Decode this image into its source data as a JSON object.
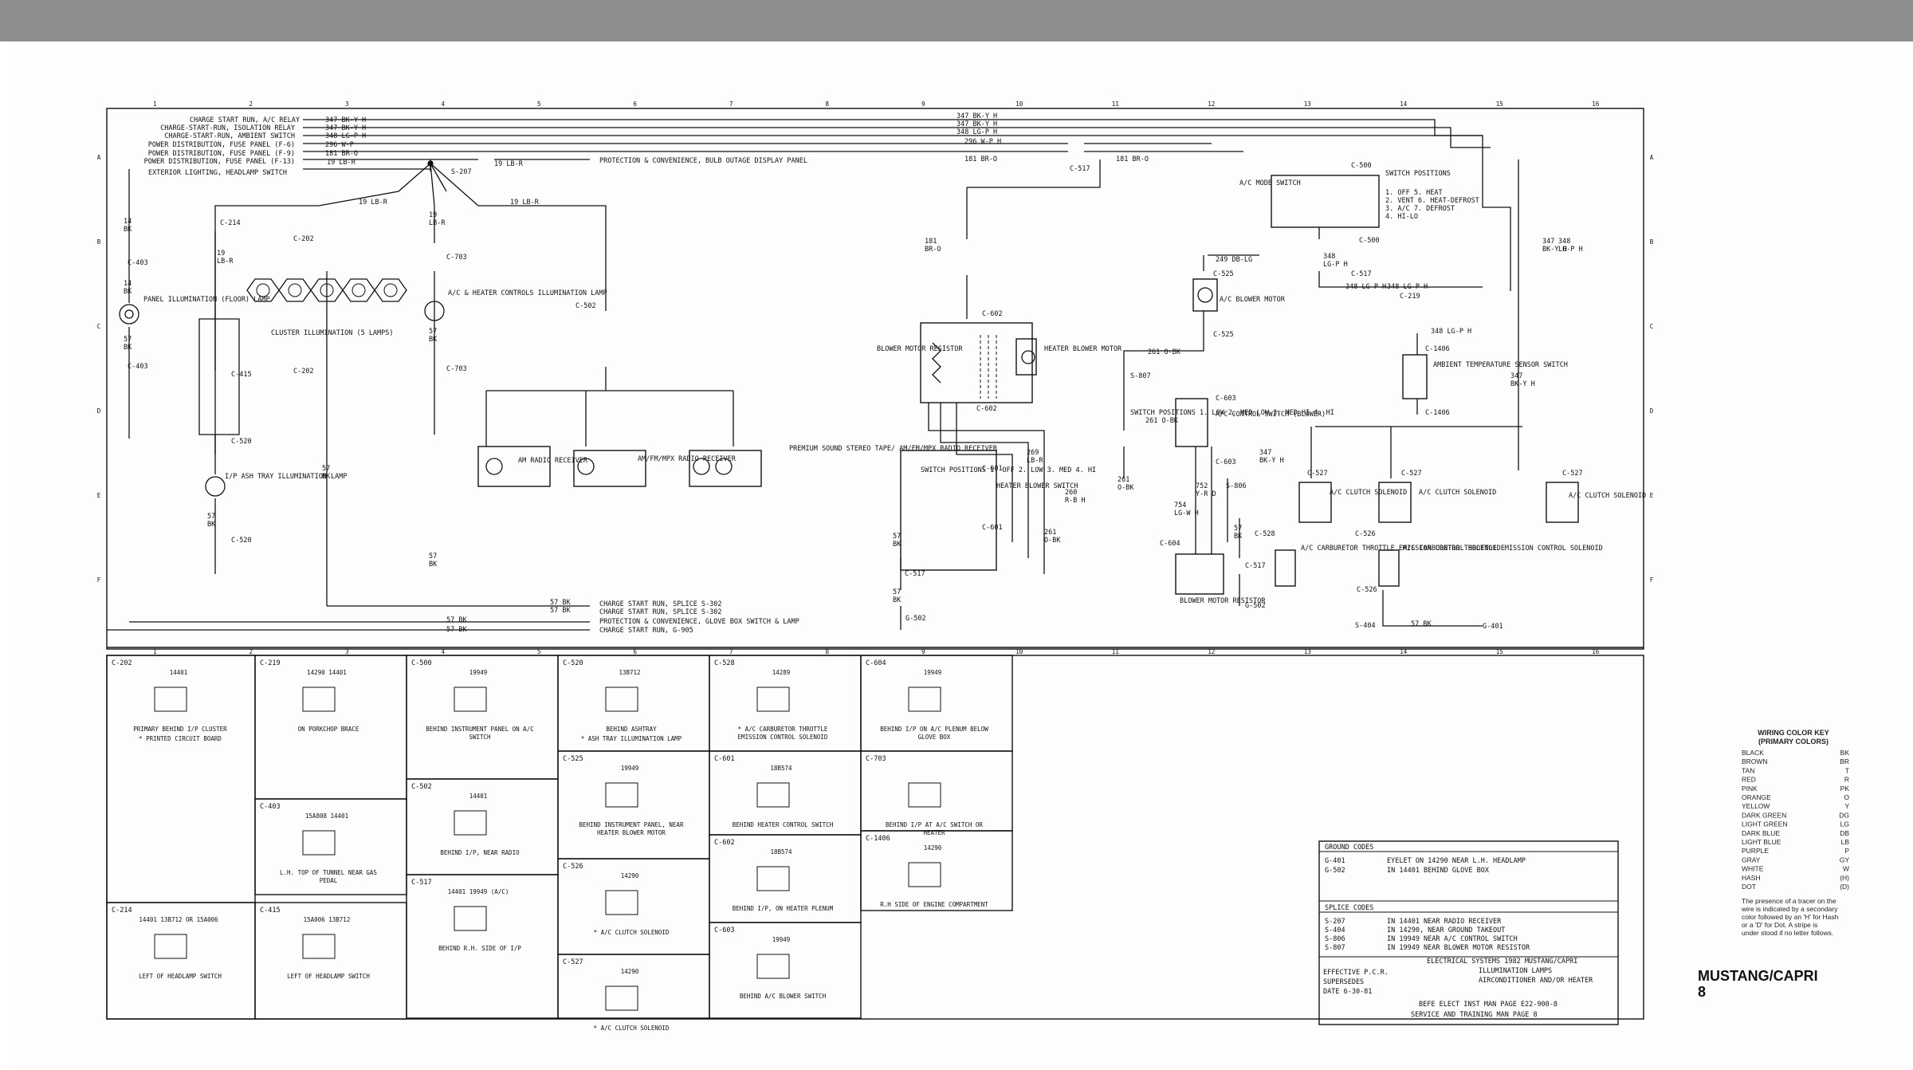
{
  "grid": {
    "columns": [
      "1",
      "2",
      "3",
      "4",
      "5",
      "6",
      "7",
      "8",
      "9",
      "10",
      "11",
      "12",
      "13",
      "14",
      "15",
      "16"
    ],
    "rows": [
      "A",
      "B",
      "C",
      "D",
      "E",
      "F"
    ]
  },
  "feeds": [
    "CHARGE START RUN, A/C RELAY",
    "CHARGE-START-RUN, ISOLATION RELAY",
    "CHARGE-START-RUN, AMBIENT SWITCH",
    "POWER DISTRIBUTION, FUSE PANEL (F-6)",
    "POWER DISTRIBUTION, FUSE PANEL (F-9)",
    "POWER DISTRIBUTION, FUSE PANEL (F-13)",
    "EXTERIOR LIGHTING, HEADLAMP SWITCH"
  ],
  "feed_wires": [
    "347 BK-Y H",
    "347 BK-Y H",
    "348 LG-P H",
    "296 W-P",
    "181 BR-O",
    "19 LB-R",
    "19 LB-R"
  ],
  "right_wires": [
    "347 BK-Y H",
    "347 BK-Y H",
    "348 LG-P H",
    "296 W-P H"
  ],
  "returns": [
    "CHARGE START RUN, SPLICE S-302",
    "CHARGE START RUN, SPLICE S-302",
    "PROTECTION & CONVENIENCE, GLOVE BOX SWITCH & LAMP",
    "CHARGE START RUN, G-905"
  ],
  "return_wires": [
    "57 BK",
    "57 BK",
    "57 BK",
    "57 BK"
  ],
  "labels": {
    "bulb_outage": "PROTECTION & CONVENIENCE, BULB OUTAGE DISPLAY PANEL",
    "panel_illum": "PANEL ILLUMINATION (FLOOR) LAMP",
    "cluster_illum": "CLUSTER ILLUMINATION (5 LAMPS)",
    "ac_heater_illum": "A/C & HEATER CONTROLS ILLUMINATION LAMP",
    "ash_tray": "I/P ASH TRAY ILLUMINATION LAMP",
    "am_radio": "AM RADIO RECEIVER",
    "amfm_radio": "AM/FM/MPX RADIO RECEIVER",
    "premium": "PREMIUM SOUND STEREO TAPE/ AM/FM/MPX RADIO RECEIVER",
    "blower_resistor": "BLOWER MOTOR RESISTOR",
    "heater_motor": "HEATER BLOWER MOTOR",
    "heater_switch": "HEATER BLOWER SWITCH",
    "heater_positions": "SWITCH POSITIONS 1. OFF 2. LOW 3. MED 4. HI",
    "ac_mode": "A/C MODE SWITCH",
    "ac_positions": [
      "SWITCH POSITIONS",
      "1. OFF  5. HEAT",
      "2. VENT 6. HEAT-DEFROST",
      "3. A/C  7. DEFROST",
      "4. HI-LO"
    ],
    "ac_blower": "A/C BLOWER MOTOR",
    "ambient": "AMBIENT TEMPERATURE SENSOR SWITCH",
    "ac_control": "A/C CONTROL SWITCH (BLOWER)",
    "ac_ctrl_positions": "SWITCH POSITIONS 1. LOW 2. MED LOW 3. MED HI 4. HI",
    "blower_motor_resistor": "BLOWER MOTOR RESISTOR",
    "clutch1": "A/C CLUTCH SOLENOID",
    "clutch2": "A/C CLUTCH SOLENOID",
    "clutch3": "A/C CLUTCH SOLENOID",
    "carb1": "A/C CARBURETOR THROTTLE EMISSION CONTROL SOLENOID",
    "carb2": "A/C CARBURETOR THROTTLE EMISSION CONTROL SOLENOID"
  },
  "connectors": [
    {
      "id": "C-202",
      "part": "14401",
      "loc": "PRIMARY BEHIND I/P CLUSTER",
      "note": "* PRINTED CIRCUIT BOARD"
    },
    {
      "id": "C-219",
      "part": "14290  14401",
      "loc": "ON PORKCHOP BRACE"
    },
    {
      "id": "C-500",
      "part": "19949",
      "loc": "BEHIND INSTRUMENT PANEL ON A/C SWITCH"
    },
    {
      "id": "C-520",
      "part": "13B712",
      "loc": "BEHIND ASHTRAY",
      "note": "* ASH TRAY ILLUMINATION LAMP"
    },
    {
      "id": "C-528",
      "part": "14289",
      "loc": "* A/C CARBURETOR THROTTLE EMISSION CONTROL SOLENOID"
    },
    {
      "id": "C-604",
      "part": "19949",
      "loc": "BEHIND I/P ON A/C PLENUM BELOW GLOVE BOX"
    },
    {
      "id": "C-403",
      "part": "15A808  14401",
      "loc": "L.H. TOP OF TUNNEL NEAR GAS PEDAL"
    },
    {
      "id": "C-502",
      "part": "14401",
      "loc": "BEHIND I/P, NEAR RADIO"
    },
    {
      "id": "C-525",
      "part": "19949",
      "loc": "BEHIND INSTRUMENT PANEL, NEAR HEATER BLOWER MOTOR"
    },
    {
      "id": "C-601",
      "part": "18B574",
      "loc": "BEHIND HEATER CONTROL SWITCH"
    },
    {
      "id": "C-703",
      "part": "",
      "loc": "BEHIND I/P AT A/C SWITCH OR HEATER"
    },
    {
      "id": "C-1406",
      "part": "14290",
      "loc": "R.H SIDE OF ENGINE COMPARTMENT"
    },
    {
      "id": "C-214",
      "part": "14401  13B712 OR 15A006",
      "loc": "LEFT OF HEADLAMP SWITCH"
    },
    {
      "id": "C-415",
      "part": "15A006  13B712",
      "loc": "LEFT OF HEADLAMP SWITCH"
    },
    {
      "id": "C-517",
      "part": "14401  19949 (A/C)",
      "loc": "BEHIND R.H. SIDE OF I/P"
    },
    {
      "id": "C-526",
      "part": "14290",
      "loc": "* A/C CLUTCH SOLENOID"
    },
    {
      "id": "C-527",
      "part": "14290",
      "loc": "* A/C CLUTCH SOLENOID"
    },
    {
      "id": "C-602",
      "part": "18B574",
      "loc": "BEHIND I/P, ON HEATER PLENUM"
    },
    {
      "id": "C-603",
      "part": "19949",
      "loc": "BEHIND A/C BLOWER SWITCH"
    }
  ],
  "codes": {
    "ground_title": "GROUND CODES",
    "grounds": [
      [
        "G-401",
        "EYELET ON 14290 NEAR L.H. HEADLAMP"
      ],
      [
        "G-502",
        "IN 14401 BEHIND GLOVE BOX"
      ]
    ],
    "splice_title": "SPLICE CODES",
    "splices": [
      [
        "S-207",
        "IN 14401 NEAR RADIO RECEIVER"
      ],
      [
        "S-404",
        "IN 14290, NEAR GROUND TAKEOUT"
      ],
      [
        "S-806",
        "IN 19949 NEAR A/C CONTROL SWITCH"
      ],
      [
        "S-807",
        "IN 19949 NEAR BLOWER MOTOR RESISTOR"
      ]
    ],
    "title_line": "ELECTRICAL SYSTEMS 1982 MUSTANG/CAPRI",
    "effective": "EFFECTIVE P.C.R.",
    "supersedes": "SUPERSEDES",
    "date": "DATE 6-30-81",
    "subjects": [
      "ILLUMINATION LAMPS",
      "AIRCONDITIONER AND/OR HEATER"
    ],
    "ref1": "BEFE ELECT INST MAN PAGE E22-900-8",
    "ref2": "SERVICE AND TRAINING MAN PAGE 8"
  },
  "color_key": {
    "title": "WIRING COLOR KEY",
    "subtitle": "(PRIMARY COLORS)",
    "items": [
      [
        "BLACK",
        "BK"
      ],
      [
        "BROWN",
        "BR"
      ],
      [
        "TAN",
        "T"
      ],
      [
        "RED",
        "R"
      ],
      [
        "PINK",
        "PK"
      ],
      [
        "ORANGE",
        "O"
      ],
      [
        "YELLOW",
        "Y"
      ],
      [
        "DARK GREEN",
        "DG"
      ],
      [
        "LIGHT GREEN",
        "LG"
      ],
      [
        "DARK BLUE",
        "DB"
      ],
      [
        "LIGHT BLUE",
        "LB"
      ],
      [
        "PURPLE",
        "P"
      ],
      [
        "GRAY",
        "GY"
      ],
      [
        "WHITE",
        "W"
      ],
      [
        "HASH",
        "(H)"
      ],
      [
        "DOT",
        "(D)"
      ]
    ],
    "note": "The presence of a tracer on the wire is indicated by a secondary color followed by an 'H' for Hash or a 'D' for Dot. A stripe is under stood if no letter follows."
  },
  "model": "MUSTANG/CAPRI",
  "page": "8"
}
